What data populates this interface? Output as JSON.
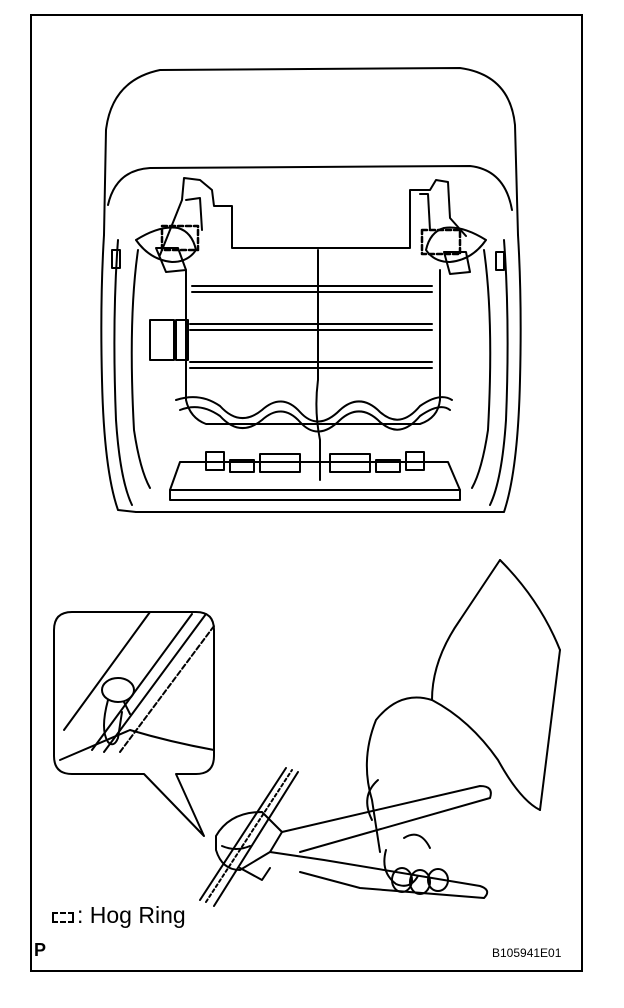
{
  "legend": {
    "symbol": "dashed-box",
    "text": ": Hog Ring"
  },
  "corner_label": "P",
  "figure_id": "B105941E01",
  "colors": {
    "line": "#000000",
    "background": "#ffffff"
  }
}
